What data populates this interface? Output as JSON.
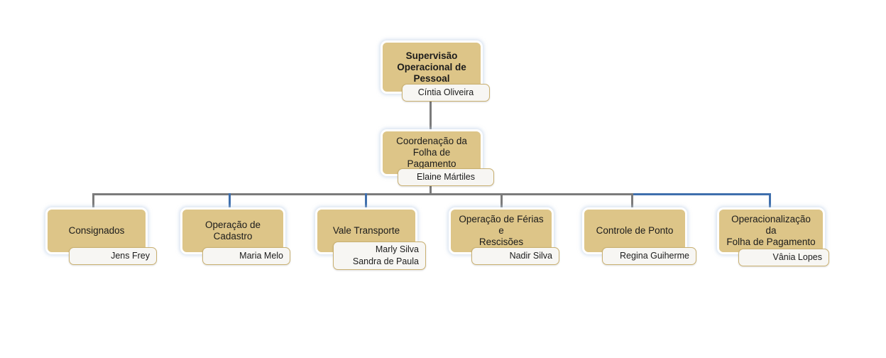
{
  "diagram": {
    "title": "Organograma - Supervisao Operacional de Pessoal",
    "colors": {
      "node_fill": "#ddc588",
      "node_border": "#ffffff",
      "plate_fill": "#f7f6f3",
      "plate_border": "#c9b071",
      "connector_gray": "#7b7b7b",
      "connector_blue": "#3f6fad",
      "background": "#ffffff",
      "text": "#1b1b1b"
    }
  },
  "nodes": {
    "root": {
      "title": "Supervisão\nOperacional de\nPessoal",
      "people": [
        "Cíntia Oliveira"
      ]
    },
    "coordination": {
      "title": "Coordenação da\nFolha de Pagamento",
      "people": [
        "Elaine Mártiles"
      ]
    },
    "children": [
      {
        "title": "Consignados",
        "people": [
          "Jens Frey"
        ],
        "connector_color": "gray"
      },
      {
        "title": "Operação de Cadastro",
        "people": [
          "Maria Melo"
        ],
        "connector_color": "blue"
      },
      {
        "title": "Vale Transporte",
        "people": [
          "Marly Silva",
          "Sandra de Paula"
        ],
        "connector_color": "blue"
      },
      {
        "title": "Operação de Férias e\nRescisões",
        "people": [
          "Nadir Silva"
        ],
        "connector_color": "gray"
      },
      {
        "title": "Controle de Ponto",
        "people": [
          "Regina Guiherme"
        ],
        "connector_color": "gray"
      },
      {
        "title": "Operacionalização da\nFolha de Pagamento",
        "people": [
          "Vânia Lopes"
        ],
        "connector_color": "blue"
      }
    ]
  }
}
